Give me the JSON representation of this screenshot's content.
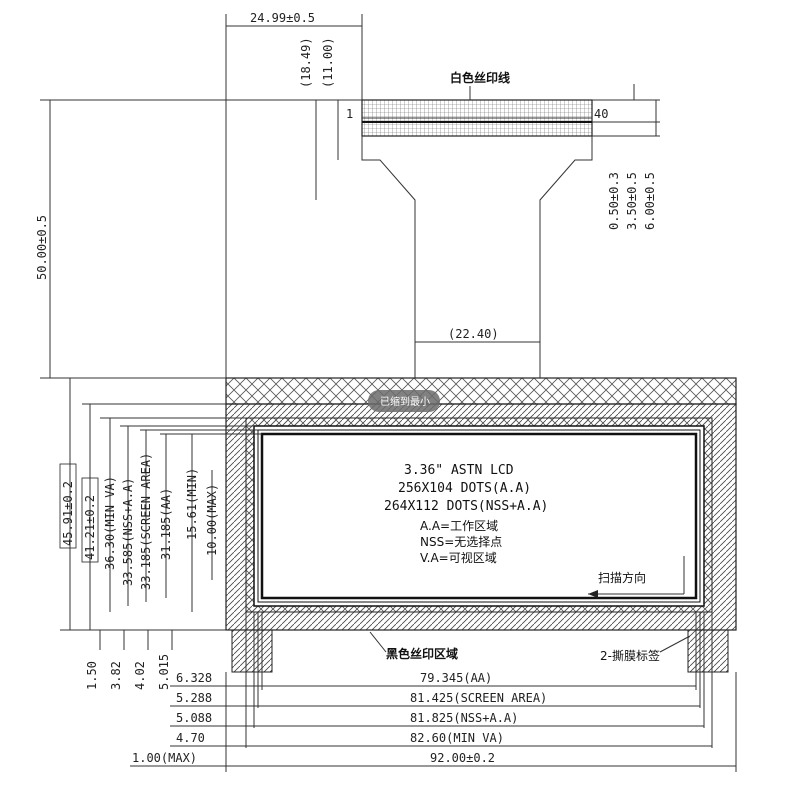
{
  "fpc": {
    "width": "24.99±0.5",
    "dim_18_49": "(18.49)",
    "dim_11_00": "(11.00)",
    "label_white_print": "白色丝印线",
    "pin_first": "1",
    "pin_last": "40",
    "dim_0_50": "0.50±0.3",
    "dim_3_50": "3.50±0.5",
    "dim_6_00": "6.00±0.5",
    "neck_width": "(22.40)",
    "total_length": "50.00±0.5"
  },
  "panel": {
    "spec_line1": "3.36\" ASTN LCD",
    "spec_line2": "256X104 DOTS(A.A)",
    "spec_line3": "264X112 DOTS(NSS+A.A)",
    "note_aa": "A.A=工作区域",
    "note_nss": "NSS=无选择点",
    "note_va": "V.A=可视区域",
    "scan_direction": "扫描方向",
    "black_print_area": "黑色丝印区域",
    "protective_film": "2-撕膜标签",
    "overlay_badge": "已缩到最小"
  },
  "vertical_dims": {
    "overall": "45.91±0.2",
    "outline": "41.21±0.2",
    "min_va": "36.30(MIN VA)",
    "nss_aa": "33.585(NSS+A.A)",
    "screen_area": "33.185(SCREEN AREA)",
    "aa": "31.185(AA)",
    "min": "15.61(MIN)",
    "max": "10.00(MAX)",
    "d1_50": "1.50",
    "d3_82": "3.82",
    "d4_02": "4.02",
    "d5_015": "5.015"
  },
  "horizontal_dims": [
    {
      "offset": "6.328",
      "value": "79.345(AA)"
    },
    {
      "offset": "5.288",
      "value": "81.425(SCREEN AREA)"
    },
    {
      "offset": "5.088",
      "value": "81.825(NSS+A.A)"
    },
    {
      "offset": "4.70",
      "value": "82.60(MIN VA)"
    },
    {
      "offset": "1.00(MAX)",
      "value": "92.00±0.2"
    }
  ]
}
